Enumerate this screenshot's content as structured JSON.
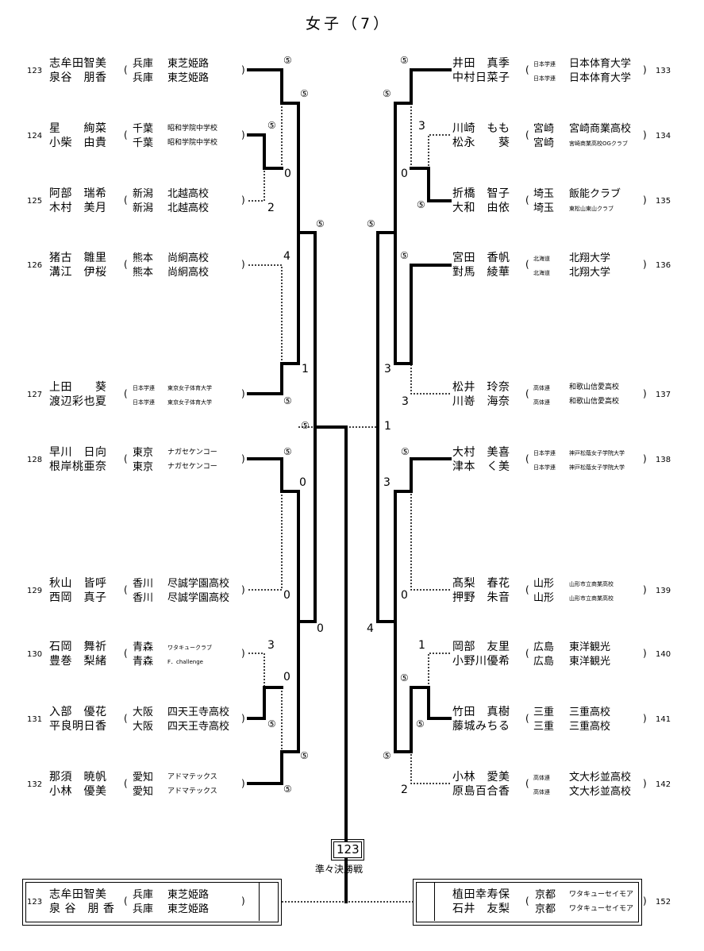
{
  "title": "女子（7）",
  "entries": [
    {
      "id": "123",
      "p1": "志牟田智美",
      "p2": "泉谷　朋香",
      "pref1": "兵庫",
      "pref2": "兵庫",
      "team1": "東芝姫路",
      "team2": "東芝姫路"
    },
    {
      "id": "124",
      "p1": "星　　絢菜",
      "p2": "小柴　由貴",
      "pref1": "千葉",
      "pref2": "千葉",
      "team1": "昭和学院中学校",
      "team2": "昭和学院中学校"
    },
    {
      "id": "125",
      "p1": "阿部　瑞希",
      "p2": "木村　美月",
      "pref1": "新潟",
      "pref2": "新潟",
      "team1": "北越高校",
      "team2": "北越高校"
    },
    {
      "id": "126",
      "p1": "猪古　雛里",
      "p2": "溝江　伊桜",
      "pref1": "熊本",
      "pref2": "熊本",
      "team1": "尚絅高校",
      "team2": "尚絅高校"
    },
    {
      "id": "127",
      "p1": "上田　　葵",
      "p2": "渡辺彩也夏",
      "pref1": "日本学連",
      "pref2": "日本学連",
      "team1": "東京女子体育大学",
      "team2": "東京女子体育大学"
    },
    {
      "id": "128",
      "p1": "早川　日向",
      "p2": "根岸桃亜奈",
      "pref1": "東京",
      "pref2": "東京",
      "team1": "ナガセケンコー",
      "team2": "ナガセケンコー"
    },
    {
      "id": "129",
      "p1": "秋山　皆呼",
      "p2": "西岡　真子",
      "pref1": "香川",
      "pref2": "香川",
      "team1": "尽誠学園高校",
      "team2": "尽誠学園高校"
    },
    {
      "id": "130",
      "p1": "石岡　舞祈",
      "p2": "豊巻　梨緒",
      "pref1": "青森",
      "pref2": "青森",
      "team1": "ワタキュークラブ",
      "team2": "F．challenge"
    },
    {
      "id": "131",
      "p1": "入部　優花",
      "p2": "平良明日香",
      "pref1": "大阪",
      "pref2": "大阪",
      "team1": "四天王寺高校",
      "team2": "四天王寺高校"
    },
    {
      "id": "132",
      "p1": "那須　暁帆",
      "p2": "小林　優美",
      "pref1": "愛知",
      "pref2": "愛知",
      "team1": "アドマテックス",
      "team2": "アドマテックス"
    },
    {
      "id": "133",
      "p1": "井田　真季",
      "p2": "中村日菜子",
      "pref1": "日本学連",
      "pref2": "日本学連",
      "team1": "日本体育大学",
      "team2": "日本体育大学"
    },
    {
      "id": "134",
      "p1": "川崎　もも",
      "p2": "松永　　葵",
      "pref1": "宮崎",
      "pref2": "宮崎",
      "team1": "宮崎商業高校",
      "team2": "宮崎商業高校OGクラブ"
    },
    {
      "id": "135",
      "p1": "折橋　智子",
      "p2": "大和　由依",
      "pref1": "埼玉",
      "pref2": "埼玉",
      "team1": "飯能クラブ",
      "team2": "東松山東山クラブ"
    },
    {
      "id": "136",
      "p1": "宮田　香帆",
      "p2": "對馬　綾華",
      "pref1": "北海道",
      "pref2": "北海道",
      "team1": "北翔大学",
      "team2": "北翔大学"
    },
    {
      "id": "137",
      "p1": "松井　玲奈",
      "p2": "川嵜　海奈",
      "pref1": "高体連",
      "pref2": "高体連",
      "team1": "和歌山信愛高校",
      "team2": "和歌山信愛高校"
    },
    {
      "id": "138",
      "p1": "大村　美喜",
      "p2": "津本　く美",
      "pref1": "日本学連",
      "pref2": "日本学連",
      "team1": "神戸松蔭女子学院大学",
      "team2": "神戸松蔭女子学院大学"
    },
    {
      "id": "139",
      "p1": "髙梨　春花",
      "p2": "押野　朱音",
      "pref1": "山形",
      "pref2": "山形",
      "team1": "山形市立商業高校",
      "team2": "山形市立商業高校"
    },
    {
      "id": "140",
      "p1": "岡部　友里",
      "p2": "小野川優希",
      "pref1": "広島",
      "pref2": "広島",
      "team1": "東洋観光",
      "team2": "東洋観光"
    },
    {
      "id": "141",
      "p1": "竹田　真樹",
      "p2": "藤城みちる",
      "pref1": "三重",
      "pref2": "三重",
      "team1": "三重高校",
      "team2": "三重高校"
    },
    {
      "id": "142",
      "p1": "小林　愛美",
      "p2": "原島百合香",
      "pref1": "高体連",
      "pref2": "高体連",
      "team1": "文大杉並高校",
      "team2": "文大杉並高校"
    }
  ],
  "scores": {
    "l_123a": "⑤",
    "l_123b": "⑤",
    "l_124a": "⑤",
    "l_124b": "0",
    "l_125": "2",
    "l_q1": "⑤",
    "l_126": "4",
    "l_127a": "1",
    "l_127b": "⑤",
    "l_semi": "⑤",
    "l_128a": "⑤",
    "l_128b": "0",
    "l_129": "0",
    "l_q2": "0",
    "l_130a": "3",
    "l_130b": "0",
    "l_131": "⑤",
    "l_132a": "⑤",
    "l_132b": "⑤",
    "r_133a": "⑤",
    "r_133b": "⑤",
    "r_134": "3",
    "r_135a": "0",
    "r_135b": "⑤",
    "r_q1": "⑤",
    "r_136": "⑤",
    "r_137a": "3",
    "r_137b": "3",
    "r_semi": "1",
    "r_138a": "⑤",
    "r_138b": "3",
    "r_139": "0",
    "r_q2": "4",
    "r_140": "1",
    "r_141a": "⑤",
    "r_141b": "⑤",
    "r_142a": "⑤",
    "r_142b": "2"
  },
  "final_box": {
    "number": "123",
    "label": "準々決勝戦"
  },
  "result_left": {
    "id": "123",
    "p1": "志牟田智美",
    "p2": "泉 谷　朋 香",
    "pref1": "兵庫",
    "pref2": "兵庫",
    "team1": "東芝姫路",
    "team2": "東芝姫路"
  },
  "result_right": {
    "id": "152",
    "p1": "植田幸寿保",
    "p2": "石井　友梨",
    "pref1": "京都",
    "pref2": "京都",
    "team1": "ワタキューセイモア",
    "team2": "ワタキューセイモア"
  }
}
